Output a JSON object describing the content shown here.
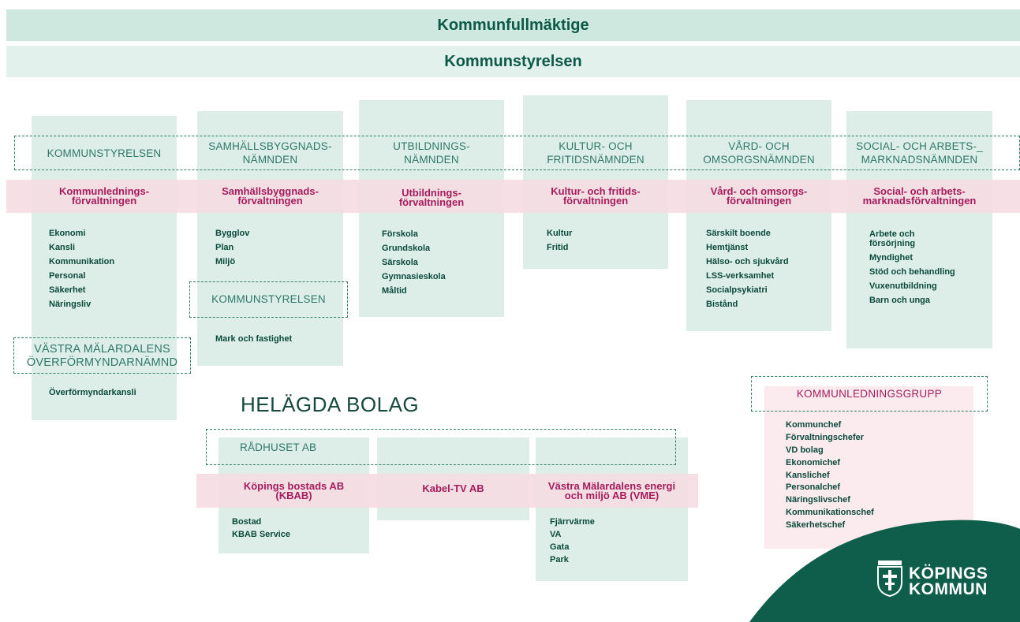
{
  "header": {
    "kommunfullmaktige": "Kommunfullmäktige",
    "kommunstyrelsen": "Kommunstyrelsen"
  },
  "columns": [
    {
      "nämnd": [
        "KOMMUNSTYRELSEN"
      ],
      "förvaltning": [
        "Kommunlednings-",
        "förvaltningen"
      ],
      "items": [
        "Ekonomi",
        "Kansli",
        "Kommunikation",
        "Personal",
        "Säkerhet",
        "Näringsliv"
      ]
    },
    {
      "nämnd": [
        "SAMHÄLLSBYGGNADS-",
        "NÄMNDEN"
      ],
      "förvaltning": [
        "Samhällsbyggnads-",
        "förvaltningen"
      ],
      "items": [
        "Bygglov",
        "Plan",
        "Miljö"
      ]
    },
    {
      "nämnd": [
        "UTBILDNINGS-",
        "NÄMNDEN"
      ],
      "förvaltning": [
        "Utbildnings-",
        "förvaltningen"
      ],
      "items": [
        "Förskola",
        "Grundskola",
        "Särskola",
        "Gymnasieskola",
        "Måltid"
      ]
    },
    {
      "nämnd": [
        "KULTUR- OCH",
        "FRITIDSNÄMNDEN"
      ],
      "förvaltning": [
        "Kultur- och fritids-",
        "förvaltningen"
      ],
      "items": [
        "Kultur",
        "Fritid"
      ]
    },
    {
      "nämnd": [
        "VÅRD- OCH",
        "OMSORGSNÄMNDEN"
      ],
      "förvaltning": [
        "Vård- och omsorgs-",
        "förvaltningen"
      ],
      "items": [
        "Särskilt boende",
        "Hemtjänst",
        "Hälso- och sjukvård",
        "LSS-verksamhet",
        "Socialpsykiatri",
        "Bistånd"
      ]
    },
    {
      "nämnd": [
        "SOCIAL- OCH ARBETS-_",
        "MARKNADSNÄMNDEN"
      ],
      "förvaltning": [
        "Social- och arbets-",
        "marknadsförvaltningen"
      ],
      "items": [
        "Arbete och",
        "försörjning",
        "Myndighet",
        "Stöd och behandling",
        "Vuxenutbildning",
        "Barn och unga"
      ]
    }
  ],
  "sub_kommunstyrelsen": {
    "label": "KOMMUNSTYRELSEN",
    "item": "Mark och fastighet"
  },
  "overformyndare": {
    "label": [
      "VÄSTRA MÄLARDALENS",
      "ÖVERFÖRMYNDARNÄMND"
    ],
    "item": "Överförmyndarkansli"
  },
  "bolag": {
    "title": "HELÄGDA BOLAG",
    "radhuset": "RÅDHUSET AB",
    "companies": [
      {
        "name": [
          "Köpings bostads AB",
          "(KBAB)"
        ],
        "items": [
          "Bostad",
          "KBAB Service"
        ]
      },
      {
        "name": [
          "Kabel-TV AB"
        ],
        "items": []
      },
      {
        "name": [
          "Västra Mälardalens energi",
          "och miljö AB (VME)"
        ],
        "items": [
          "Fjärrvärme",
          "VA",
          "Gata",
          "Park"
        ]
      }
    ]
  },
  "ledningsgrupp": {
    "label": "KOMMUNLEDNINGSGRUPP",
    "items": [
      "Kommunchef",
      "Förvaltningschefer",
      "VD bolag",
      "Ekonomichef",
      "Kanslichef",
      "Personalchef",
      "Näringslivschef",
      "Kommunikationschef",
      "Säkerhetschef"
    ]
  },
  "logo": {
    "line1": "KÖPINGS",
    "line2": "KOMMUN",
    "icon": "municipal-crest-icon"
  },
  "colors": {
    "green_dark": "#0b5a48",
    "green_light": "#ddeee8",
    "magenta": "#a51c5c",
    "pink_band": "#f5dbe2",
    "logo_bg": "#0f5e4c"
  }
}
